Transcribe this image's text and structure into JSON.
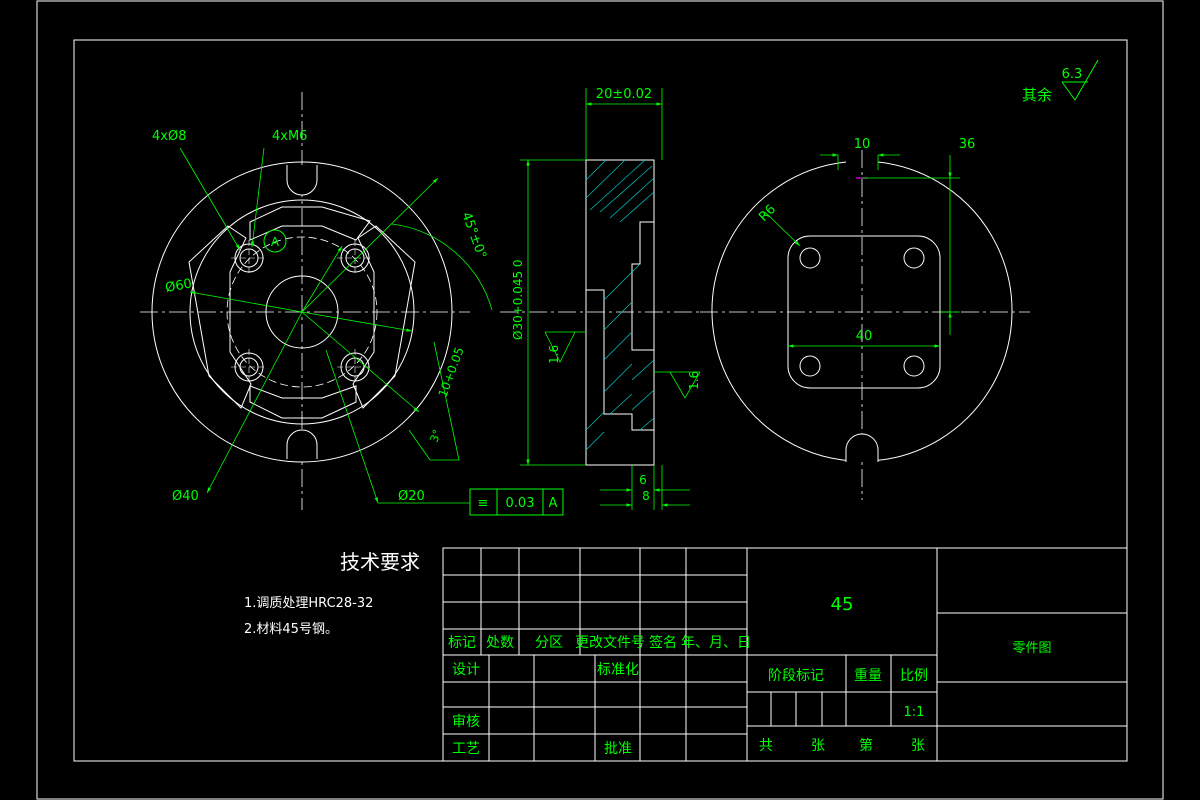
{
  "colors": {
    "background": "#000000",
    "outline": "#ffffff",
    "dimension": "#00ff00",
    "hatch": "#00c8c8",
    "accent": "#ff00ff"
  },
  "front_view": {
    "hole_callout": "4xØ8",
    "thread_callout": "4xM6",
    "datum_label": "A",
    "angle_callout": "45°±0°",
    "outer_diameter": "Ø60",
    "slot_width": "10+0.05",
    "chamfer_angle": "3°",
    "inner_diameter": "Ø40",
    "bore_diameter": "Ø20",
    "tolerance_frame": {
      "symbol": "≡",
      "value": "0.03",
      "datum": "A"
    }
  },
  "section_view": {
    "thickness_dim": "20±0.02",
    "bore_dim": "Ø30+0.045 0",
    "roughness_left": "1.6",
    "roughness_right": "1.6",
    "depth_dim_1": "6",
    "depth_dim_2": "8"
  },
  "rear_view": {
    "dim_10": "10",
    "dim_36": "36",
    "fillet_radius": "R6",
    "dim_40": "40"
  },
  "surface_finish": {
    "label": "其余",
    "value": "6.3"
  },
  "technical_requirements": {
    "title": "技术要求",
    "items": [
      "1.调质处理HRC28-32",
      "2.材料45号钢。"
    ]
  },
  "title_block": {
    "material": "45",
    "part_name": "零件图",
    "headers": [
      "标记",
      "处数",
      "分区",
      "更改文件号",
      "签名",
      "年、月、日"
    ],
    "design": "设计",
    "standardize": "标准化",
    "review": "审核",
    "process": "工艺",
    "approve": "批准",
    "stage_mark": "阶段标记",
    "weight": "重量",
    "scale_label": "比例",
    "scale_value": "1:1",
    "total": "共",
    "sheet_unit_1": "张",
    "number": "第",
    "sheet_unit_2": "张"
  }
}
